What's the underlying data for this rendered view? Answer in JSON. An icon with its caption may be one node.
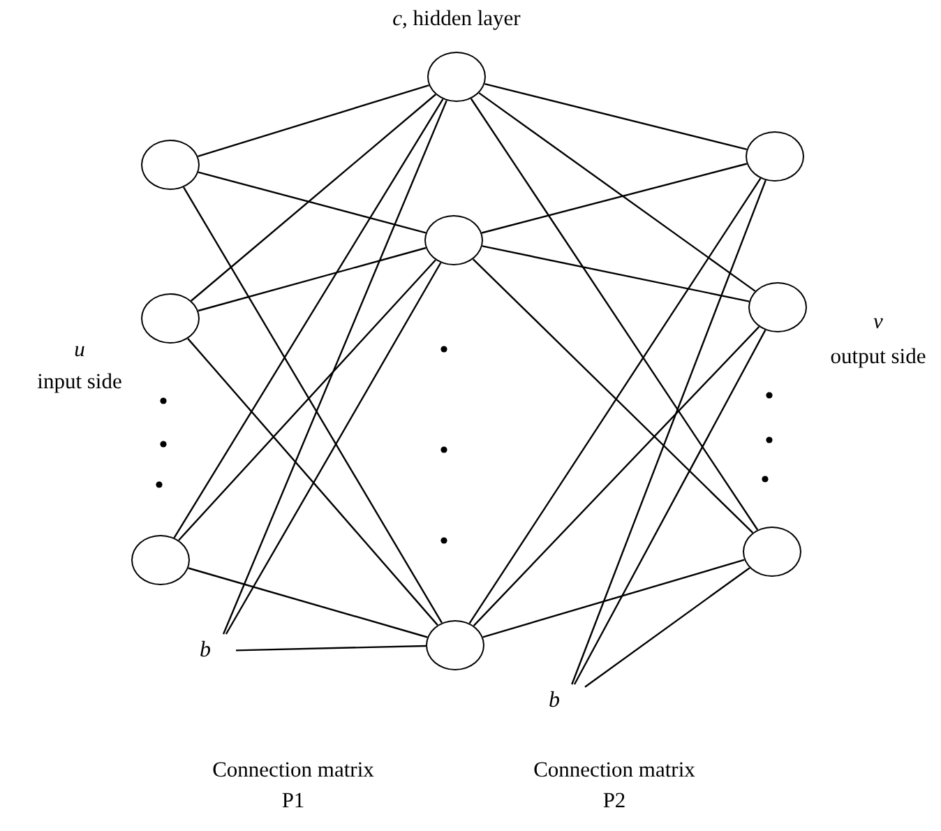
{
  "diagram": {
    "nodes": [
      {
        "text": [],
        "shape": "circle"
      },
      {
        "text": [],
        "shape": "circle"
      },
      {
        "text": [],
        "shape": "circle"
      },
      {
        "text": [],
        "shape": "circle"
      },
      {
        "text": [],
        "shape": "circle"
      },
      {
        "text": [],
        "shape": "circle"
      },
      {
        "text": [],
        "shape": "circle"
      },
      {
        "text": [],
        "shape": "circle"
      },
      {
        "text": [],
        "shape": "circle"
      },
      {
        "text": [
          "b"
        ]
      },
      {
        "text": [
          "b"
        ]
      }
    ],
    "edges": [
      {
        "from": 0,
        "to": 3,
        "arrow": "none"
      },
      {
        "from": 0,
        "to": 4,
        "arrow": "none"
      },
      {
        "from": 0,
        "to": 5,
        "arrow": "none"
      },
      {
        "from": 1,
        "to": 3,
        "arrow": "none"
      },
      {
        "from": 1,
        "to": 4,
        "arrow": "none"
      },
      {
        "from": 1,
        "to": 5,
        "arrow": "none"
      },
      {
        "from": 2,
        "to": 3,
        "arrow": "none"
      },
      {
        "from": 2,
        "to": 4,
        "arrow": "none"
      },
      {
        "from": 2,
        "to": 5,
        "arrow": "none"
      },
      {
        "from": 9,
        "to": 3,
        "arrow": "none"
      },
      {
        "from": 9,
        "to": 4,
        "arrow": "none"
      },
      {
        "from": 9,
        "to": 5,
        "arrow": "none"
      },
      {
        "from": 3,
        "to": 6,
        "arrow": "none"
      },
      {
        "from": 3,
        "to": 7,
        "arrow": "none"
      },
      {
        "from": 3,
        "to": 8,
        "arrow": "none"
      },
      {
        "from": 4,
        "to": 6,
        "arrow": "none"
      },
      {
        "from": 4,
        "to": 7,
        "arrow": "none"
      },
      {
        "from": 4,
        "to": 8,
        "arrow": "none"
      },
      {
        "from": 5,
        "to": 6,
        "arrow": "none"
      },
      {
        "from": 5,
        "to": 7,
        "arrow": "none"
      },
      {
        "from": 5,
        "to": 8,
        "arrow": "none"
      },
      {
        "from": 10,
        "to": 6,
        "arrow": "none"
      },
      {
        "from": 10,
        "to": 7,
        "arrow": "none"
      },
      {
        "from": 10,
        "to": 8,
        "arrow": "none"
      }
    ],
    "labels": [
      "*c*, hidden layer",
      "u",
      "input side",
      "v",
      "output side",
      "Connection matrix P1",
      "Connection matrix P2"
    ]
  }
}
